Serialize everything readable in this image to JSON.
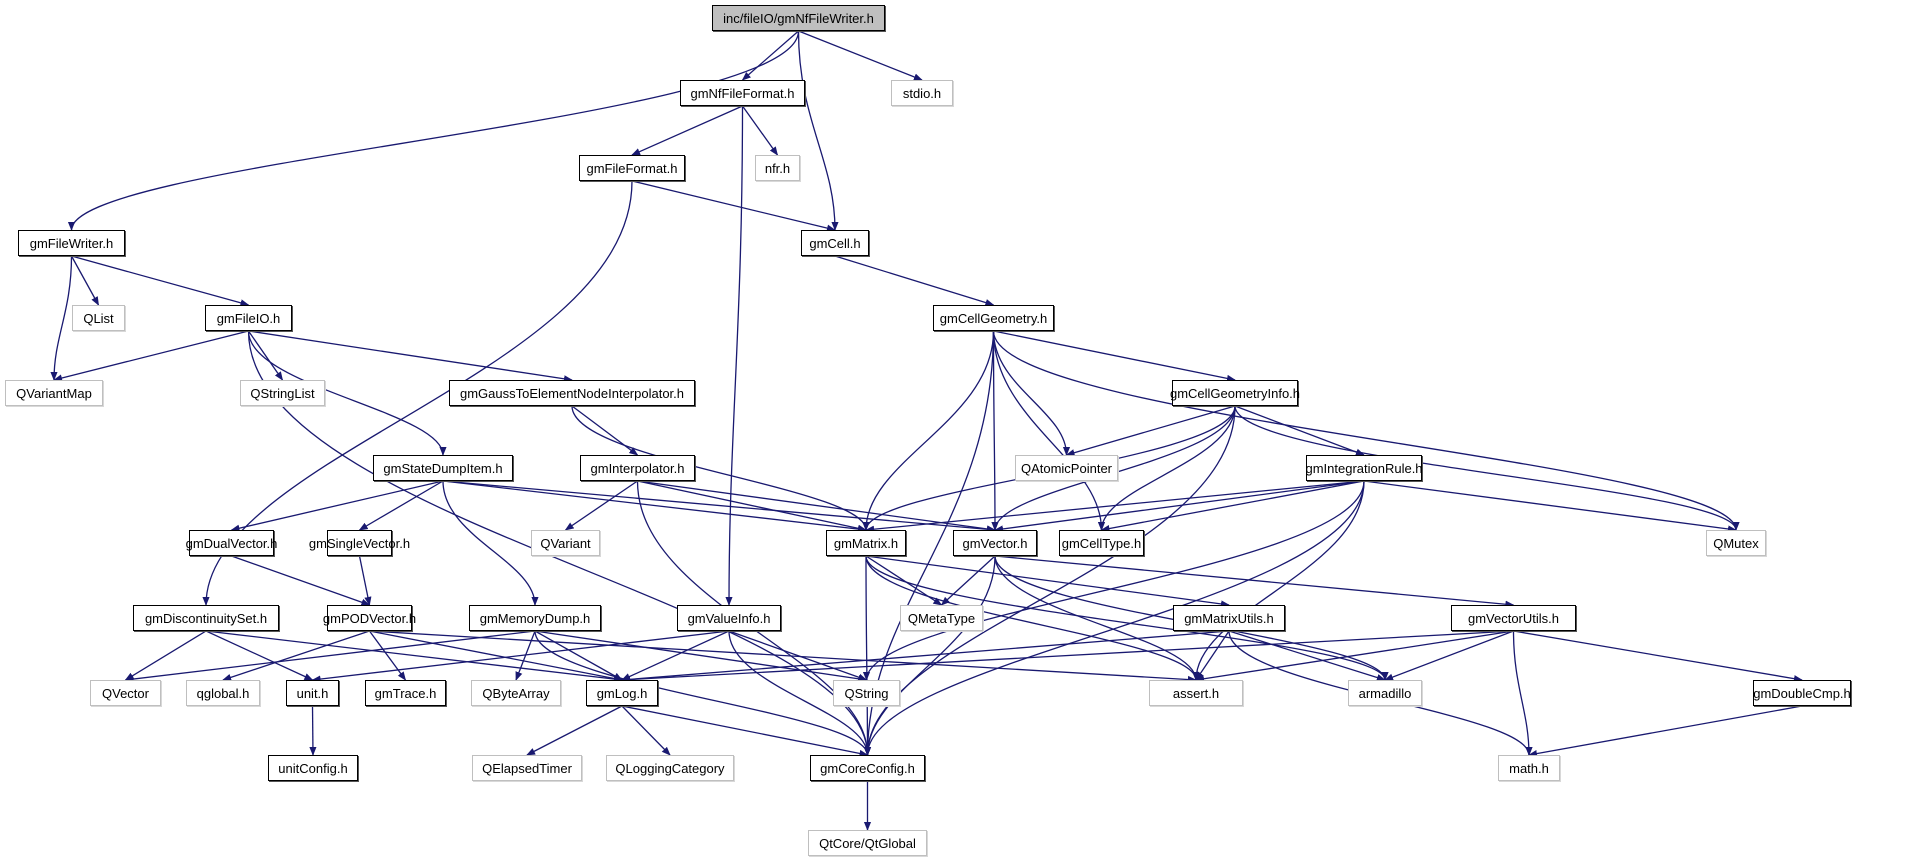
{
  "title": "inc/fileIO/gmNfFileWriter.h include dependency graph",
  "colors": {
    "edge": "#191970",
    "root_fill": "#bfbfbf",
    "internal_border": "#000000",
    "external_border": "#bfbfbf"
  },
  "nodes": [
    {
      "id": "root",
      "label": "inc/fileIO/gmNfFileWriter.h",
      "kind": "root"
    },
    {
      "id": "gmNfFileFormat",
      "label": "gmNfFileFormat.h",
      "kind": "internal"
    },
    {
      "id": "stdio",
      "label": "stdio.h",
      "kind": "external"
    },
    {
      "id": "gmFileFormat",
      "label": "gmFileFormat.h",
      "kind": "internal"
    },
    {
      "id": "nfr",
      "label": "nfr.h",
      "kind": "external"
    },
    {
      "id": "gmFileWriter",
      "label": "gmFileWriter.h",
      "kind": "internal"
    },
    {
      "id": "gmCell",
      "label": "gmCell.h",
      "kind": "internal"
    },
    {
      "id": "QList",
      "label": "QList",
      "kind": "external"
    },
    {
      "id": "gmFileIO",
      "label": "gmFileIO.h",
      "kind": "internal"
    },
    {
      "id": "gmCellGeometry",
      "label": "gmCellGeometry.h",
      "kind": "internal"
    },
    {
      "id": "QVariantMap",
      "label": "QVariantMap",
      "kind": "external"
    },
    {
      "id": "QStringList",
      "label": "QStringList",
      "kind": "external"
    },
    {
      "id": "gmGaussToElementNodeInterpolator",
      "label": "gmGaussToElementNodeInterpolator.h",
      "kind": "internal"
    },
    {
      "id": "gmCellGeometryInfo",
      "label": "gmCellGeometryInfo.h",
      "kind": "internal"
    },
    {
      "id": "gmStateDumpItem",
      "label": "gmStateDumpItem.h",
      "kind": "internal"
    },
    {
      "id": "gmInterpolator",
      "label": "gmInterpolator.h",
      "kind": "internal"
    },
    {
      "id": "QAtomicPointer",
      "label": "QAtomicPointer",
      "kind": "external"
    },
    {
      "id": "gmIntegrationRule",
      "label": "gmIntegrationRule.h",
      "kind": "internal"
    },
    {
      "id": "gmDualVector",
      "label": "gmDualVector.h",
      "kind": "internal"
    },
    {
      "id": "gmSingleVector",
      "label": "gmSingleVector.h",
      "kind": "internal"
    },
    {
      "id": "QVariant",
      "label": "QVariant",
      "kind": "external"
    },
    {
      "id": "gmMatrix",
      "label": "gmMatrix.h",
      "kind": "internal"
    },
    {
      "id": "gmVector",
      "label": "gmVector.h",
      "kind": "internal"
    },
    {
      "id": "gmCellType",
      "label": "gmCellType.h",
      "kind": "internal"
    },
    {
      "id": "QMutex",
      "label": "QMutex",
      "kind": "external"
    },
    {
      "id": "gmDiscontinuitySet",
      "label": "gmDiscontinuitySet.h",
      "kind": "internal"
    },
    {
      "id": "gmPODVector",
      "label": "gmPODVector.h",
      "kind": "internal"
    },
    {
      "id": "gmMemoryDump",
      "label": "gmMemoryDump.h",
      "kind": "internal"
    },
    {
      "id": "gmValueInfo",
      "label": "gmValueInfo.h",
      "kind": "internal"
    },
    {
      "id": "QMetaType",
      "label": "QMetaType",
      "kind": "external"
    },
    {
      "id": "gmMatrixUtils",
      "label": "gmMatrixUtils.h",
      "kind": "internal"
    },
    {
      "id": "gmVectorUtils",
      "label": "gmVectorUtils.h",
      "kind": "internal"
    },
    {
      "id": "QVector",
      "label": "QVector",
      "kind": "external"
    },
    {
      "id": "qglobal",
      "label": "qglobal.h",
      "kind": "external"
    },
    {
      "id": "unit",
      "label": "unit.h",
      "kind": "internal"
    },
    {
      "id": "gmTrace",
      "label": "gmTrace.h",
      "kind": "internal"
    },
    {
      "id": "QByteArray",
      "label": "QByteArray",
      "kind": "external"
    },
    {
      "id": "gmLog",
      "label": "gmLog.h",
      "kind": "internal"
    },
    {
      "id": "QString",
      "label": "QString",
      "kind": "external"
    },
    {
      "id": "assert",
      "label": "assert.h",
      "kind": "external"
    },
    {
      "id": "armadillo",
      "label": "armadillo",
      "kind": "external"
    },
    {
      "id": "gmDoubleCmp",
      "label": "gmDoubleCmp.h",
      "kind": "internal"
    },
    {
      "id": "unitConfig",
      "label": "unitConfig.h",
      "kind": "internal"
    },
    {
      "id": "QElapsedTimer",
      "label": "QElapsedTimer",
      "kind": "external"
    },
    {
      "id": "QLoggingCategory",
      "label": "QLoggingCategory",
      "kind": "external"
    },
    {
      "id": "gmCoreConfig",
      "label": "gmCoreConfig.h",
      "kind": "internal"
    },
    {
      "id": "mathh",
      "label": "math.h",
      "kind": "external"
    },
    {
      "id": "QtGlobal",
      "label": "QtCore/QtGlobal",
      "kind": "external"
    }
  ],
  "edges": [
    [
      "root",
      "gmFileWriter"
    ],
    [
      "root",
      "gmNfFileFormat"
    ],
    [
      "root",
      "gmCell"
    ],
    [
      "root",
      "stdio"
    ],
    [
      "gmNfFileFormat",
      "gmFileFormat"
    ],
    [
      "gmNfFileFormat",
      "nfr"
    ],
    [
      "gmNfFileFormat",
      "gmValueInfo"
    ],
    [
      "gmFileFormat",
      "gmCell"
    ],
    [
      "gmFileFormat",
      "gmDiscontinuitySet"
    ],
    [
      "gmFileWriter",
      "QVariantMap"
    ],
    [
      "gmFileWriter",
      "QList"
    ],
    [
      "gmFileWriter",
      "gmFileIO"
    ],
    [
      "gmCell",
      "gmCellGeometry"
    ],
    [
      "gmFileIO",
      "QVariantMap"
    ],
    [
      "gmFileIO",
      "QStringList"
    ],
    [
      "gmFileIO",
      "gmGaussToElementNodeInterpolator"
    ],
    [
      "gmFileIO",
      "gmStateDumpItem"
    ],
    [
      "gmFileIO",
      "gmCoreConfig"
    ],
    [
      "gmCellGeometry",
      "gmCellGeometryInfo"
    ],
    [
      "gmCellGeometry",
      "QAtomicPointer"
    ],
    [
      "gmCellGeometry",
      "gmMatrix"
    ],
    [
      "gmCellGeometry",
      "gmVector"
    ],
    [
      "gmCellGeometry",
      "gmCellType"
    ],
    [
      "gmCellGeometry",
      "QMutex"
    ],
    [
      "gmCellGeometry",
      "gmCoreConfig"
    ],
    [
      "gmGaussToElementNodeInterpolator",
      "gmInterpolator"
    ],
    [
      "gmGaussToElementNodeInterpolator",
      "gmMatrix"
    ],
    [
      "gmCellGeometryInfo",
      "QAtomicPointer"
    ],
    [
      "gmCellGeometryInfo",
      "gmIntegrationRule"
    ],
    [
      "gmCellGeometryInfo",
      "gmMatrix"
    ],
    [
      "gmCellGeometryInfo",
      "gmVector"
    ],
    [
      "gmCellGeometryInfo",
      "gmCellType"
    ],
    [
      "gmCellGeometryInfo",
      "QMutex"
    ],
    [
      "gmCellGeometryInfo",
      "gmCoreConfig"
    ],
    [
      "gmStateDumpItem",
      "gmDualVector"
    ],
    [
      "gmStateDumpItem",
      "gmSingleVector"
    ],
    [
      "gmStateDumpItem",
      "gmMemoryDump"
    ],
    [
      "gmStateDumpItem",
      "gmMatrix"
    ],
    [
      "gmStateDumpItem",
      "gmVector"
    ],
    [
      "gmInterpolator",
      "QVariant"
    ],
    [
      "gmInterpolator",
      "gmMatrix"
    ],
    [
      "gmInterpolator",
      "gmVector"
    ],
    [
      "gmInterpolator",
      "gmCoreConfig"
    ],
    [
      "gmIntegrationRule",
      "gmMatrix"
    ],
    [
      "gmIntegrationRule",
      "gmVector"
    ],
    [
      "gmIntegrationRule",
      "gmCellType"
    ],
    [
      "gmIntegrationRule",
      "QMutex"
    ],
    [
      "gmIntegrationRule",
      "QString"
    ],
    [
      "gmIntegrationRule",
      "assert"
    ],
    [
      "gmIntegrationRule",
      "gmCoreConfig"
    ],
    [
      "gmDualVector",
      "gmPODVector"
    ],
    [
      "gmSingleVector",
      "gmPODVector"
    ],
    [
      "gmMatrix",
      "QMetaType"
    ],
    [
      "gmMatrix",
      "gmMatrixUtils"
    ],
    [
      "gmMatrix",
      "assert"
    ],
    [
      "gmMatrix",
      "armadillo"
    ],
    [
      "gmMatrix",
      "gmCoreConfig"
    ],
    [
      "gmVector",
      "QMetaType"
    ],
    [
      "gmVector",
      "gmVectorUtils"
    ],
    [
      "gmVector",
      "assert"
    ],
    [
      "gmVector",
      "armadillo"
    ],
    [
      "gmVector",
      "gmCoreConfig"
    ],
    [
      "gmDiscontinuitySet",
      "QVector"
    ],
    [
      "gmDiscontinuitySet",
      "unit"
    ],
    [
      "gmDiscontinuitySet",
      "gmLog"
    ],
    [
      "gmPODVector",
      "qglobal"
    ],
    [
      "gmPODVector",
      "gmTrace"
    ],
    [
      "gmPODVector",
      "gmLog"
    ],
    [
      "gmPODVector",
      "assert"
    ],
    [
      "gmMemoryDump",
      "QVector"
    ],
    [
      "gmMemoryDump",
      "QByteArray"
    ],
    [
      "gmMemoryDump",
      "gmLog"
    ],
    [
      "gmMemoryDump",
      "QString"
    ],
    [
      "gmMemoryDump",
      "gmCoreConfig"
    ],
    [
      "gmValueInfo",
      "unit"
    ],
    [
      "gmValueInfo",
      "gmLog"
    ],
    [
      "gmValueInfo",
      "QString"
    ],
    [
      "gmValueInfo",
      "gmCoreConfig"
    ],
    [
      "gmMatrixUtils",
      "gmLog"
    ],
    [
      "gmMatrixUtils",
      "assert"
    ],
    [
      "gmMatrixUtils",
      "armadillo"
    ],
    [
      "gmMatrixUtils",
      "mathh"
    ],
    [
      "gmVectorUtils",
      "gmLog"
    ],
    [
      "gmVectorUtils",
      "assert"
    ],
    [
      "gmVectorUtils",
      "armadillo"
    ],
    [
      "gmVectorUtils",
      "mathh"
    ],
    [
      "gmVectorUtils",
      "gmDoubleCmp"
    ],
    [
      "gmDoubleCmp",
      "mathh"
    ],
    [
      "unit",
      "unitConfig"
    ],
    [
      "gmLog",
      "QElapsedTimer"
    ],
    [
      "gmLog",
      "QLoggingCategory"
    ],
    [
      "gmLog",
      "gmCoreConfig"
    ],
    [
      "gmCoreConfig",
      "QtGlobal"
    ]
  ]
}
